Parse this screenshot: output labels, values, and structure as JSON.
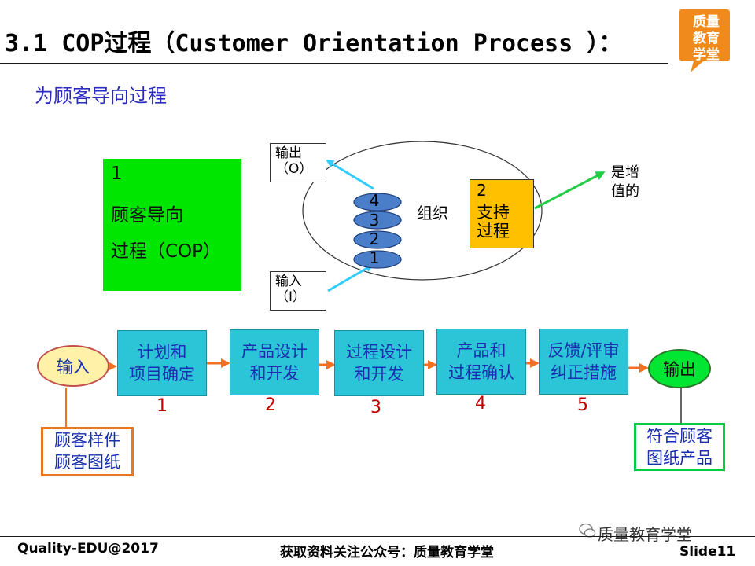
{
  "header": {
    "title": "3.1 COP过程（Customer Orientation Process ）：",
    "logo_text": [
      "质量",
      "教育",
      "学堂"
    ],
    "logo_color": "#f08a1c"
  },
  "subtitle": "为顾客导向过程",
  "top_diagram": {
    "cop_box": {
      "number": "1",
      "line1": "顾客导向",
      "line2": "过程（COP）",
      "color": "#00e600"
    },
    "output_box": {
      "line1": "输出",
      "line2": "（O）"
    },
    "input_box": {
      "line1": "输入",
      "line2": "（I）"
    },
    "org_label": "组织",
    "discs": [
      "4",
      "3",
      "2",
      "1"
    ],
    "support_box": {
      "number": "2",
      "line1": "支持",
      "line2": "过程",
      "color": "#ffc000"
    },
    "value_text": {
      "line1": "是增",
      "line2": "值的"
    }
  },
  "process_flow": {
    "input": "输入",
    "output": "输出",
    "steps": [
      {
        "line1": "计划和",
        "line2": "项目确定",
        "num": "1"
      },
      {
        "line1": "产品设计",
        "line2": "和开发",
        "num": "2"
      },
      {
        "line1": "过程设计",
        "line2": "和开发",
        "num": "3"
      },
      {
        "line1": "产品和",
        "line2": "过程确认",
        "num": "4"
      },
      {
        "line1": "反馈/评审",
        "line2": "纠正措施",
        "num": "5"
      }
    ],
    "input_note": {
      "line1": "顾客样件",
      "line2": "顾客图纸"
    },
    "output_note": {
      "line1": "符合顾客",
      "line2": "图纸产品"
    },
    "arrow_color": "#f36f21"
  },
  "footer": {
    "left": "Quality-EDU@2017",
    "center": "获取资料关注公众号：质量教育学堂",
    "right": "Slide11",
    "watermark": "质量教育学堂"
  }
}
